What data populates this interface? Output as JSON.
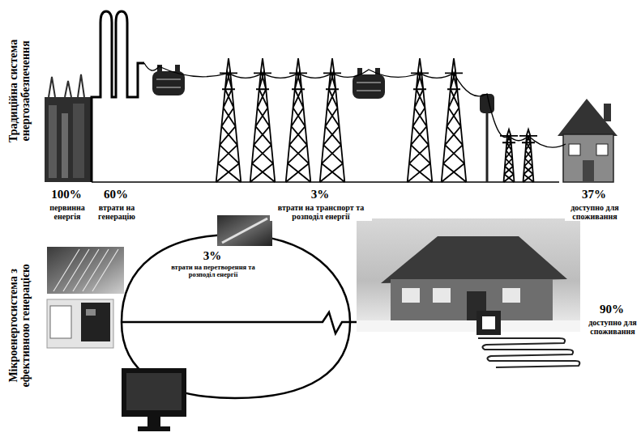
{
  "diagram": {
    "labels": [
      "Традиційна система енергозабезпечення",
      "100%",
      "первинна енергія",
      "60%",
      "втрати на генерацію",
      "3%",
      "втрати на транспорт та розподіл енергії",
      "37%",
      "доступно для споживання",
      "Мікроенергосистема з ефективною генерацією",
      "3%",
      "втрати на перетворення та розподіл енергії",
      "90%",
      "доступно для споживання"
    ]
  }
}
